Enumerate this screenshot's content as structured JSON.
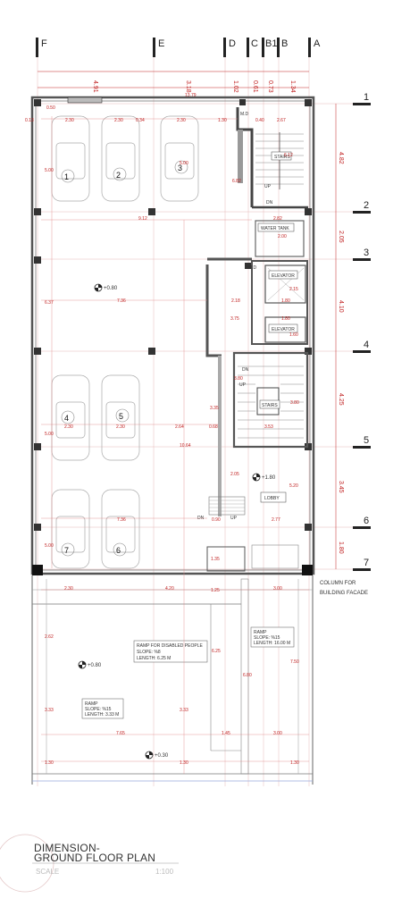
{
  "title": {
    "line1": "DIMENSION-",
    "line2": "GROUND FLOOR PLAN",
    "scale_label": "SCALE",
    "scale_value": "1:100"
  },
  "grid": {
    "columns": [
      "F",
      "E",
      "D",
      "C",
      "B1",
      "B",
      "A"
    ],
    "column_dims": [
      "4.91",
      "3.18",
      "1.02",
      "0.61",
      "0.73",
      "1.34"
    ],
    "rows": [
      "1",
      "2",
      "3",
      "4",
      "5",
      "6",
      "7"
    ],
    "row_dims": [
      "4.82",
      "2.05",
      "4.10",
      "4.25",
      "3.45",
      "1.80"
    ],
    "top_total": "13.79"
  },
  "labels": {
    "stairs_top": "STAIRS",
    "up": "UP",
    "dn": "DN",
    "md": "M.D",
    "water_tank": "WATER TANK",
    "elevator": "ELEVATOR",
    "stairs_core": "STAIRS",
    "lobby": "LOBBY",
    "col_facade_1": "COLUMN FOR",
    "col_facade_2": "BUILDING FACADE",
    "lvl_080": "+0.80",
    "lvl_180": "+1.80",
    "lvl_030": "+0.30",
    "ramp_dis_1": "RAMP FOR DISABLED PEOPLE",
    "ramp_dis_2": "SLOPE: %8",
    "ramp_dis_3": "LENGTH: 6.25 M",
    "ramp_r_1": "RAMP",
    "ramp_r_2": "SLOPE: %15",
    "ramp_r_3": "LENGTH: 16.00 M",
    "ramp_l_1": "RAMP",
    "ramp_l_2": "SLOPE: %15",
    "ramp_l_3": "LENGTH: 3.33 M"
  },
  "parking_numbers": [
    "1",
    "2",
    "3",
    "4",
    "5",
    "6",
    "7"
  ],
  "dims": {
    "d050": "0.50",
    "d013": "0.13",
    "d230": "2.30",
    "d034": "0.34",
    "d130": "1.30",
    "d040": "0.40",
    "d267": "2.67",
    "d500": "5.00",
    "d612": "6.12",
    "d682": "6.82",
    "d912": "9.12",
    "d282": "2.82",
    "d200": "2.00",
    "d637": "6.37",
    "d736": "7.36",
    "d218": "2.18",
    "d215": "2.15",
    "d180": "1.80",
    "d375": "3.75",
    "d160": "1.60",
    "d335": "3.35",
    "d380": "3.80",
    "d264": "2.64",
    "d068": "0.68",
    "d1064": "10.64",
    "d353": "3.53",
    "d205": "2.05",
    "d520": "5.20",
    "d277": "2.77",
    "d135": "1.35",
    "d420": "4.20",
    "d125": "1.25",
    "d300": "3.00",
    "d262": "2.62",
    "d625": "6.25",
    "d680": "6.80",
    "d750": "7.50",
    "d333": "3.33",
    "d765": "7.65",
    "d145": "1.45",
    "d090": "0.90"
  }
}
